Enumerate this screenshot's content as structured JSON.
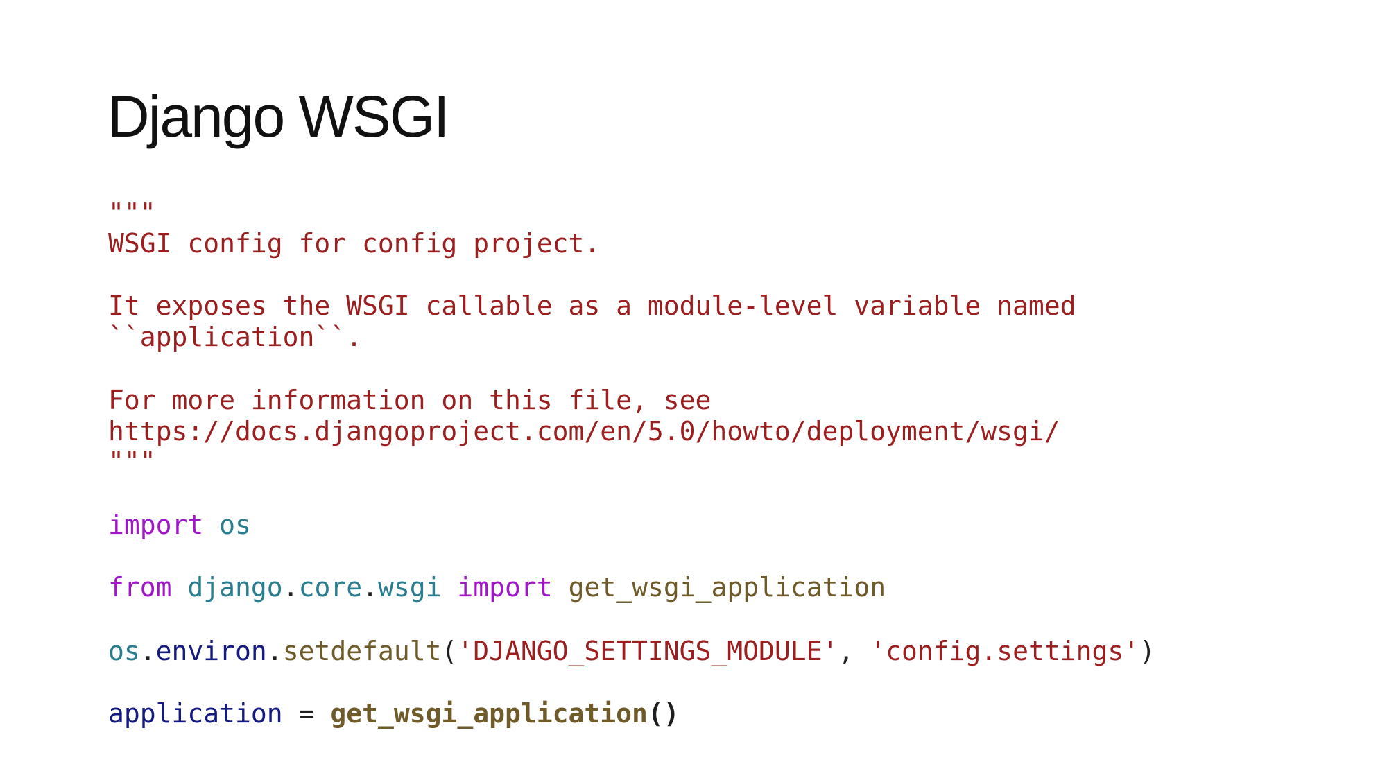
{
  "slide": {
    "title": "Django WSGI"
  },
  "code": {
    "docstring_open": "\"\"\"",
    "doc_line_1": "WSGI config for config project.",
    "doc_line_2": "It exposes the WSGI callable as a module-level variable named",
    "doc_line_3": "``application``.",
    "doc_line_4": "For more information on this file, see",
    "doc_line_5": "https://docs.djangoproject.com/en/5.0/howto/deployment/wsgi/",
    "docstring_close": "\"\"\"",
    "import_os": {
      "keyword": "import",
      "module": "os"
    },
    "from_import": {
      "from_keyword": "from",
      "mod_1": "django",
      "dot_1": ".",
      "mod_2": "core",
      "dot_2": ".",
      "mod_3": "wsgi",
      "import_keyword": "import",
      "name": "get_wsgi_application"
    },
    "setdefault_call": {
      "obj": "os",
      "dot_1": ".",
      "attr": "environ",
      "dot_2": ".",
      "method": "setdefault",
      "open_paren": "(",
      "arg_1": "'DJANGO_SETTINGS_MODULE'",
      "comma": ", ",
      "arg_2": "'config.settings'",
      "close_paren": ")"
    },
    "assignment": {
      "target": "application",
      "operator": " = ",
      "func": "get_wsgi_application",
      "parens": "()"
    }
  },
  "colors": {
    "string": "#9b1f1f",
    "keyword": "#a017c8",
    "module": "#2a7d8f",
    "function": "#6f5a2a",
    "variable": "#151a80",
    "text": "#1f1f1f"
  }
}
